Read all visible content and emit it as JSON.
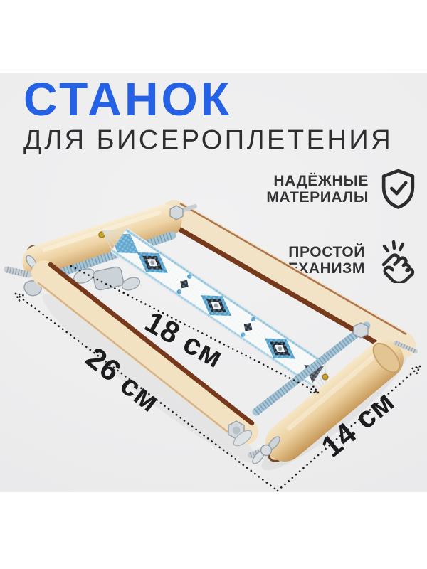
{
  "hero": {
    "title": "СТАНОК",
    "subtitle": "ДЛЯ БИСЕРОПЛЕТЕНИЯ",
    "title_color": "#2561e4",
    "subtitle_color": "#2e2e30"
  },
  "features": [
    {
      "lines": [
        "НАДЁЖНЫЕ",
        "МАТЕРИАЛЫ"
      ],
      "icon": "shield-check-icon"
    },
    {
      "lines": [
        "ПРОСТОЙ",
        "МЕХАНИЗМ"
      ],
      "icon": "tap-gesture-icon"
    }
  ],
  "dimensions": {
    "inner_length": "18 см",
    "total_length": "26 см",
    "width": "14 см"
  },
  "photo": {
    "subject": "wooden bead weaving loom with blue diamond-pattern beaded band",
    "colors": {
      "background": "#ededee",
      "wood_face": "#f3e2c2",
      "wood_edge_brown": "#76391b",
      "roller_wood": "#ecd0a0",
      "threaded_rod_blue": "#a6c6d8",
      "metal_silver": "#d3d9dd",
      "bead_blue": "#4f9dc9",
      "bead_navy": "#1e2936",
      "bead_gray": "#8e9aa2",
      "dimension_line": "#1f1f1f"
    }
  }
}
